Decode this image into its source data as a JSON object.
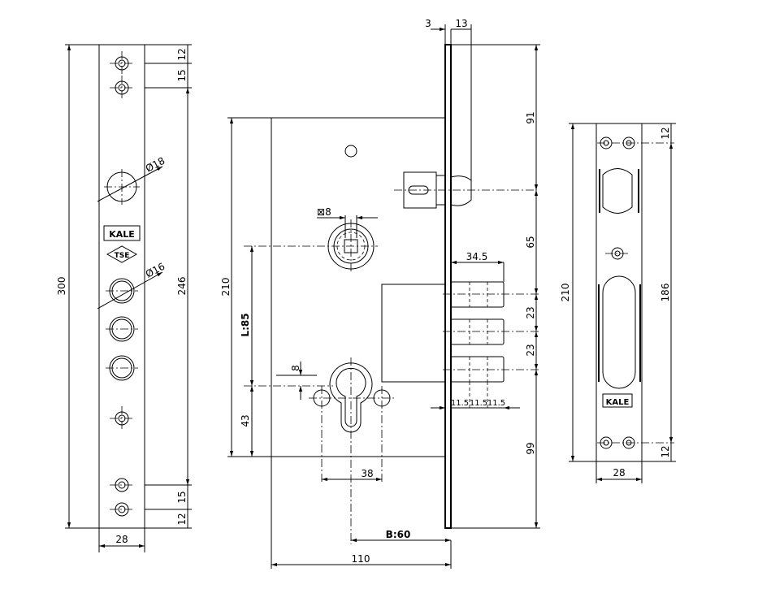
{
  "logos": {
    "brand": "KALE",
    "cert": "TSE"
  },
  "left_plate": {
    "height": "300",
    "hole_span": "246",
    "top1": "12",
    "top2": "15",
    "bot1": "15",
    "bot2": "12",
    "width": "28",
    "dia_large": "Ø18",
    "dia_cyl": "Ø16"
  },
  "lock_body": {
    "height": "210",
    "backset_label": "L:85",
    "bottom": "43",
    "cyl_offset": "8",
    "cyl_holes": "38",
    "backset_b": "B:60",
    "depth": "110",
    "spindle": "8",
    "face_thick": "3",
    "latch_proj": "13",
    "v_dims": [
      "91",
      "65",
      "23",
      "23",
      "99"
    ],
    "bolt_throw": "34.5",
    "bolt_steps": [
      "11.5",
      "11.5",
      "11.5"
    ]
  },
  "right_plate": {
    "height": "210",
    "hole_span": "186",
    "top": "12",
    "bottom": "12",
    "width": "28"
  }
}
